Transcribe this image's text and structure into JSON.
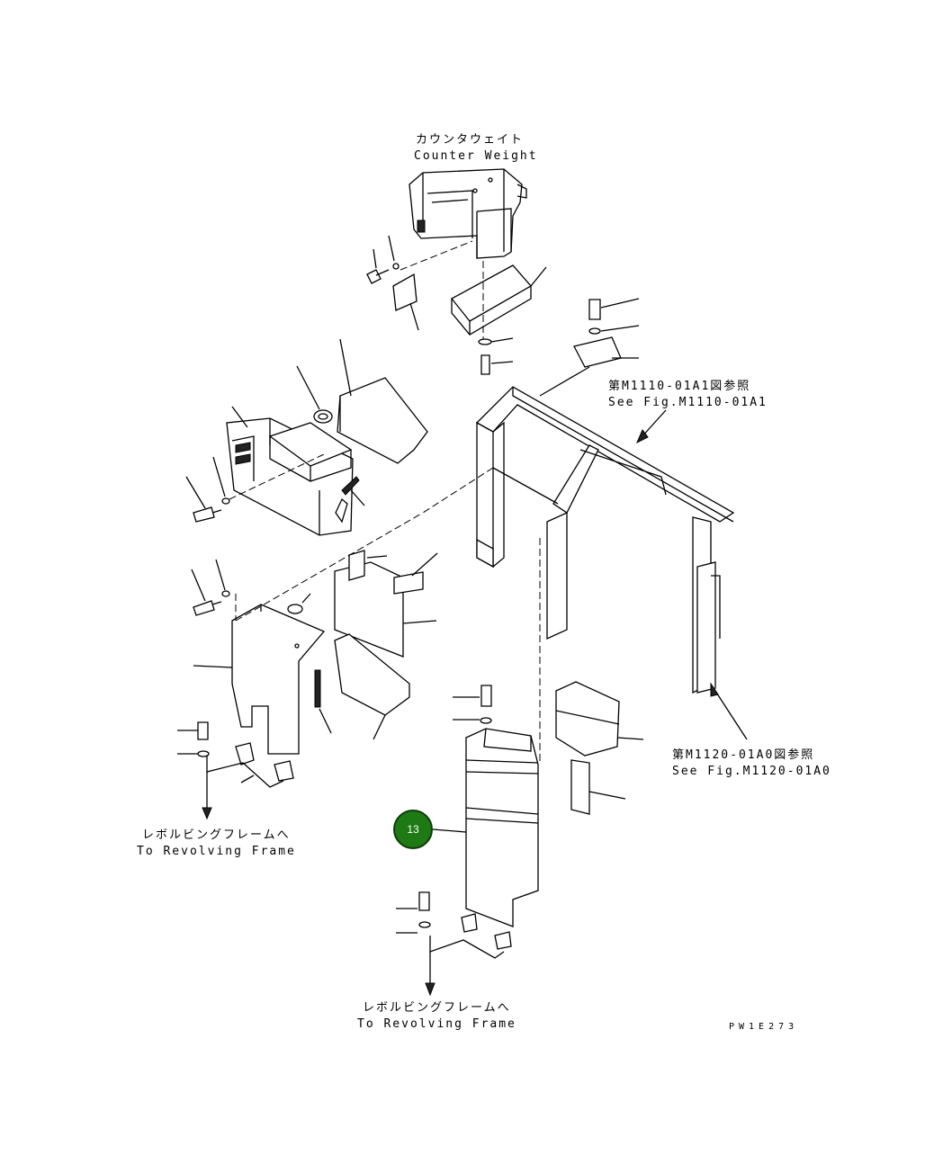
{
  "labels": {
    "counterweight_jp": "カウンタウェイト",
    "counterweight_en": "Counter Weight",
    "see_fig_a1_jp": "第M1110-01A1図参照",
    "see_fig_a1_en": "See Fig.M1110-01A1",
    "see_fig_a0_jp": "第M1120-01A0図参照",
    "see_fig_a0_en": "See Fig.M1120-01A0",
    "revolving_left_jp": "レボルビングフレームへ",
    "revolving_left_en": "To Revolving Frame",
    "revolving_bottom_jp": "レボルビングフレームへ",
    "revolving_bottom_en": "To Revolving Frame",
    "drawing_code": "PW1E273"
  },
  "callout": {
    "number": "13",
    "color": "#1e7a14"
  }
}
